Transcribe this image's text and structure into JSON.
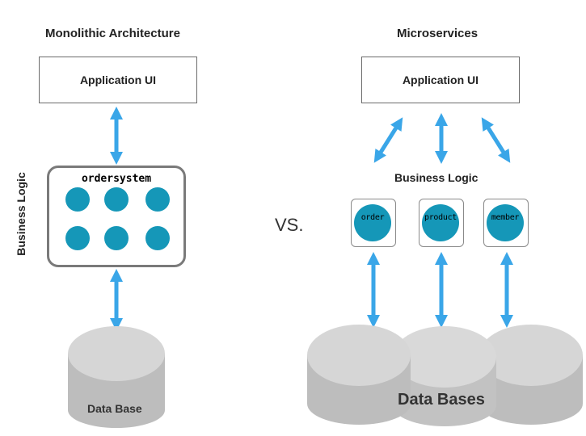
{
  "monolith": {
    "title": "Monolithic Architecture",
    "app_ui": "Application UI",
    "business_logic_label": "Business Logic",
    "system_name": "ordersystem",
    "database": "Data Base"
  },
  "vs_label": "VS.",
  "microservices": {
    "title": "Microservices",
    "app_ui": "Application UI",
    "business_logic_label": "Business Logic",
    "services": [
      {
        "label": "order"
      },
      {
        "label": "product"
      },
      {
        "label": "member"
      }
    ],
    "databases": "Data Bases"
  },
  "colors": {
    "service_circle": "#1597b8",
    "arrow": "#3aa6e8",
    "database_top": "#d6d6d6",
    "database_side": "#bdbdbd"
  }
}
